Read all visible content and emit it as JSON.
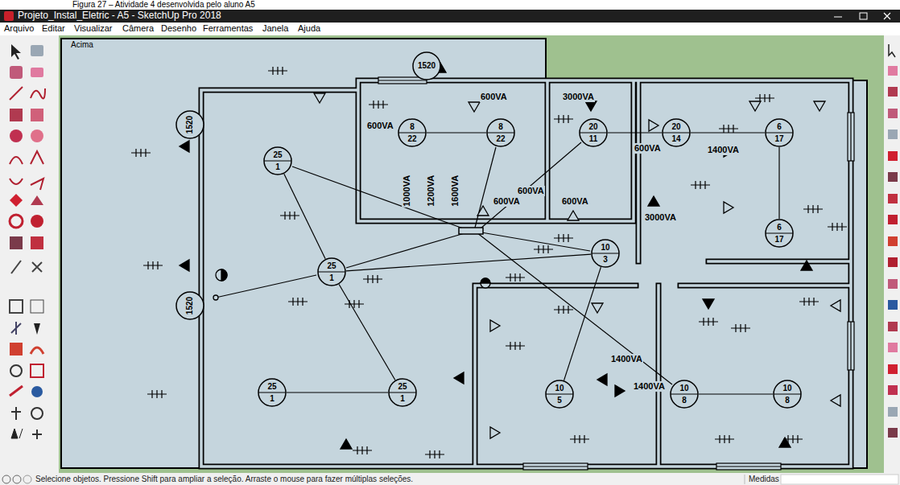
{
  "diagram": {
    "caption": "Figura 27 – Atividade 4 desenvolvida pelo aluno A5",
    "nodes": [
      {
        "text": [
          "25",
          "1"
        ]
      },
      {
        "text": [
          "25",
          "1"
        ]
      },
      {
        "text": [
          "25",
          "1"
        ]
      },
      {
        "text": [
          "25",
          "1"
        ]
      },
      {
        "text": [
          "8",
          "22"
        ]
      },
      {
        "text": [
          "8",
          "22"
        ]
      },
      {
        "text": [
          "20",
          "11"
        ]
      },
      {
        "text": [
          "20",
          "14"
        ]
      },
      {
        "text": [
          "6",
          "17"
        ]
      },
      {
        "text": [
          "6",
          "17"
        ]
      },
      {
        "text": [
          "10",
          "3"
        ]
      },
      {
        "text": [
          "10",
          "5"
        ]
      },
      {
        "text": [
          "10",
          "8"
        ]
      },
      {
        "text": [
          "10",
          "8"
        ]
      },
      {
        "text": [
          "1520"
        ]
      },
      {
        "text": [
          "1520"
        ]
      },
      {
        "text": [
          "1520"
        ]
      }
    ],
    "edges": [
      {
        "from": 0,
        "to": 1,
        "arrow": "none"
      },
      {
        "from": 1,
        "to": 3,
        "arrow": "none"
      },
      {
        "from": 2,
        "to": 3,
        "arrow": "none"
      },
      {
        "from": 1,
        "to": 10,
        "arrow": "none"
      },
      {
        "from": 4,
        "to": 5,
        "arrow": "none"
      },
      {
        "from": 6,
        "to": 7,
        "arrow": "none"
      },
      {
        "from": 7,
        "to": 8,
        "arrow": "none"
      },
      {
        "from": 8,
        "to": 9,
        "arrow": "none"
      },
      {
        "from": 10,
        "to": 11,
        "arrow": "none"
      },
      {
        "from": 12,
        "to": 13,
        "arrow": "none"
      }
    ],
    "labels": [
      "Projeto_Instal_Eletric - A5 - SketchUp Pro 2018",
      "Arquivo",
      "Editar",
      "Visualizar",
      "Câmera",
      "Desenho",
      "Ferramentas",
      "Janela",
      "Ajuda",
      "Acima",
      "600VA",
      "600VA",
      "1000VA",
      "1200VA",
      "1600VA",
      "600VA",
      "600VA",
      "3000VA",
      "600VA",
      "600VA",
      "3000VA",
      "1400VA",
      "1400VA",
      "1400VA",
      "Selecione objetos. Pressione Shift para ampliar a seleção. Arraste o mouse para fazer múltiplas seleções.",
      "Medidas"
    ]
  }
}
